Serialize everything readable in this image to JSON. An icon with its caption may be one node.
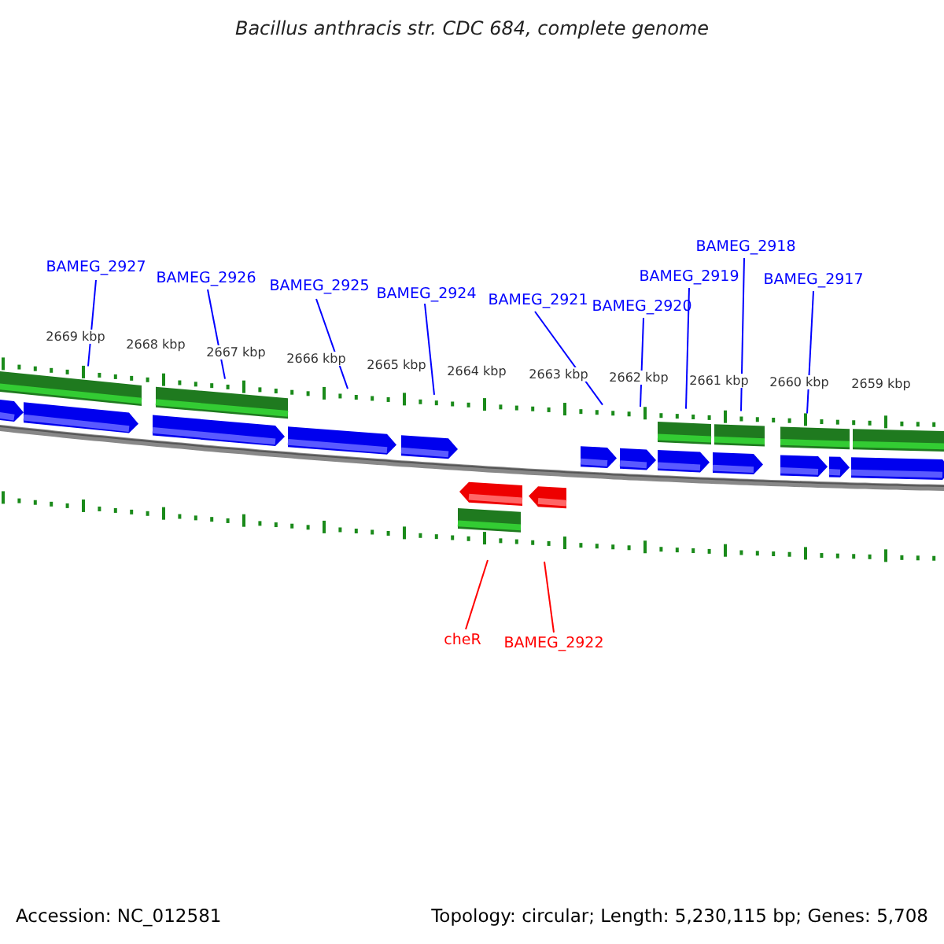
{
  "diagram": {
    "title": "Bacillus anthracis str. CDC 684, complete genome",
    "nodes": [
      {
        "text": [
          "BAMEG_2927"
        ]
      },
      {
        "text": [
          "BAMEG_2926"
        ]
      },
      {
        "text": [
          "BAMEG_2925"
        ]
      },
      {
        "text": [
          "BAMEG_2924"
        ]
      },
      {
        "text": [
          "BAMEG_2921"
        ]
      },
      {
        "text": [
          "BAMEG_2920"
        ]
      },
      {
        "text": [
          "BAMEG_2919"
        ]
      },
      {
        "text": [
          "BAMEG_2918"
        ]
      },
      {
        "text": [
          "BAMEG_2917"
        ]
      },
      {
        "text": [
          "cheR"
        ]
      },
      {
        "text": [
          "BAMEG_2922"
        ]
      }
    ],
    "edges": [
      {
        "from": 0,
        "to": null,
        "arrow": "none"
      },
      {
        "from": 1,
        "to": null,
        "arrow": "none"
      },
      {
        "from": 2,
        "to": null,
        "arrow": "none"
      },
      {
        "from": 3,
        "to": null,
        "arrow": "none"
      },
      {
        "from": 4,
        "to": null,
        "arrow": "none"
      },
      {
        "from": 5,
        "to": null,
        "arrow": "none"
      },
      {
        "from": 6,
        "to": null,
        "arrow": "none"
      },
      {
        "from": 7,
        "to": null,
        "arrow": "none"
      },
      {
        "from": 8,
        "to": null,
        "arrow": "none"
      },
      {
        "from": 9,
        "to": null,
        "arrow": "none",
        "color": "#ff0000"
      },
      {
        "from": 10,
        "to": null,
        "arrow": "none",
        "color": "#ff0000"
      }
    ],
    "labels": [
      "2669 kbp",
      "2668 kbp",
      "2667 kbp",
      "2666 kbp",
      "2665 kbp",
      "2664 kbp",
      "2663 kbp",
      "2662 kbp",
      "2661 kbp",
      "2660 kbp",
      "2659 kbp",
      "Accession: NC_012581",
      "Topology: circular; Length: 5,230,115 bp; Genes: 5,708"
    ]
  }
}
